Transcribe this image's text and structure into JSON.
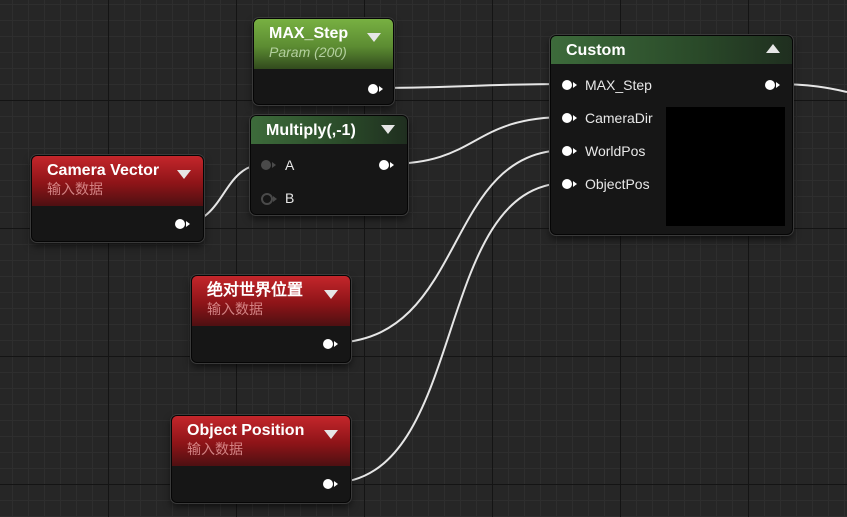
{
  "nodes": {
    "max_step": {
      "title": "MAX_Step",
      "subtitle": "Param (200)"
    },
    "multiply": {
      "title": "Multiply(,-1)",
      "inputs": [
        "A",
        "B"
      ]
    },
    "camera_vector": {
      "title": "Camera Vector",
      "subtitle": "输入数据"
    },
    "absolute_world_position": {
      "title": "绝对世界位置",
      "subtitle": "输入数据"
    },
    "object_position": {
      "title": "Object Position",
      "subtitle": "输入数据"
    },
    "custom": {
      "title": "Custom",
      "inputs": [
        "MAX_Step",
        "CameraDir",
        "WorldPos",
        "ObjectPos"
      ]
    }
  },
  "colors": {
    "input_header": "#b0191e",
    "param_header": "#6a9e3a",
    "math_header": "#3d6b3b",
    "wire": "#e6e6e6",
    "grid": "#262626"
  },
  "icons": [
    "collapse-arrow-icon",
    "expand-arrow-icon"
  ]
}
